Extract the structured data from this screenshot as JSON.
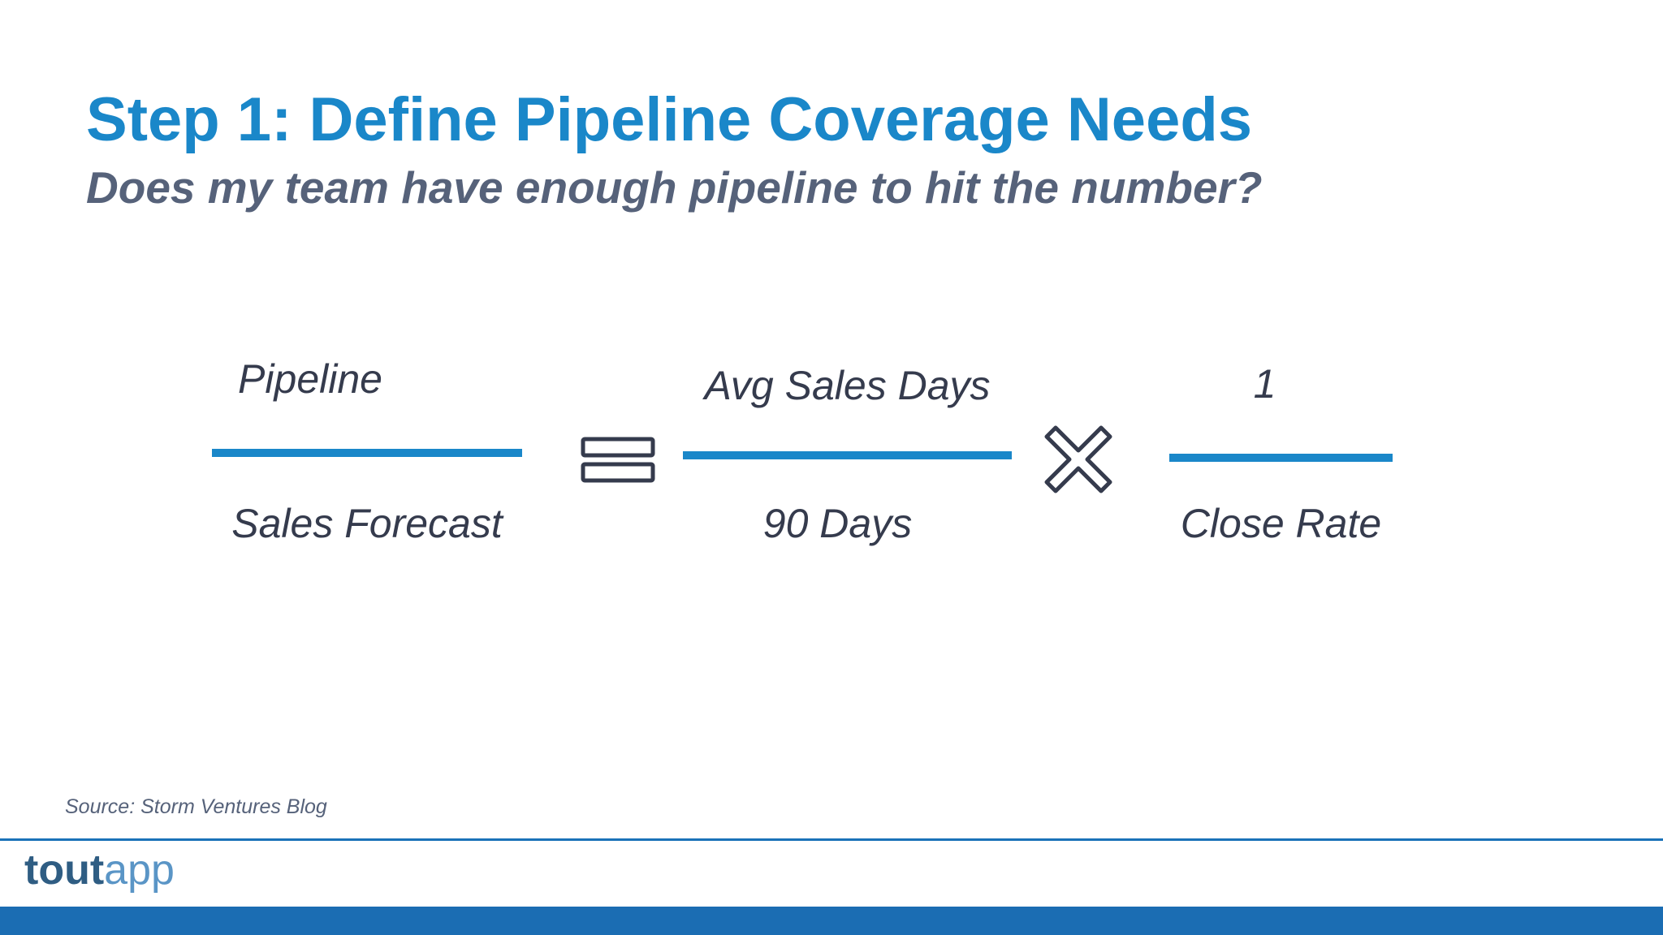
{
  "slide": {
    "title": "Step 1: Define Pipeline Coverage Needs",
    "subtitle": "Does my team have enough pipeline to hit the number?",
    "formula": {
      "terms": [
        {
          "numerator": "Pipeline",
          "denominator": "Sales Forecast"
        },
        {
          "numerator": "Avg Sales Days",
          "denominator": "90 Days"
        },
        {
          "numerator": "1",
          "denominator": "Close Rate"
        }
      ],
      "operators": [
        {
          "icon": "equals-icon"
        },
        {
          "icon": "multiply-icon"
        }
      ]
    },
    "source": "Source: Storm Ventures Blog"
  },
  "footer": {
    "logo_bold": "tout",
    "logo_light": "app"
  },
  "colors": {
    "title": "#1a87c9",
    "subtitle": "#56627a",
    "fraction_bar": "#1a87c9",
    "text": "#353b4d",
    "footer_bar": "#1b6db3"
  }
}
